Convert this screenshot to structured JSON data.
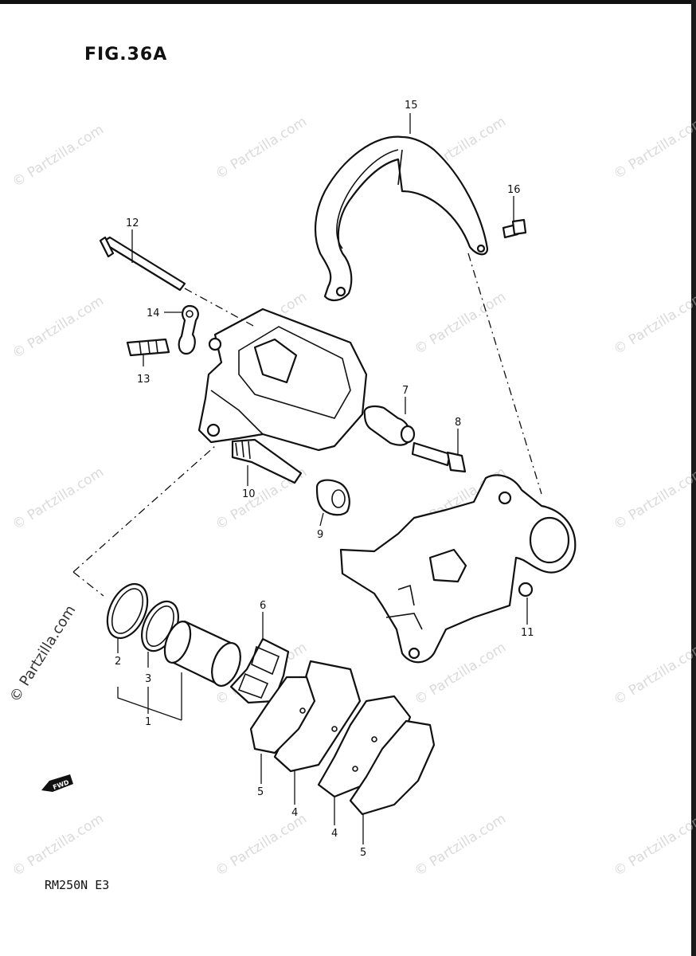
{
  "figure_title": "FIG.36A",
  "model_code": "RM250N  E3",
  "watermark_text": "© Partzilla.com",
  "fwd_label": "FWD",
  "callouts": [
    {
      "id": "c1",
      "label": "1"
    },
    {
      "id": "c2",
      "label": "2"
    },
    {
      "id": "c3",
      "label": "3"
    },
    {
      "id": "c4a",
      "label": "4"
    },
    {
      "id": "c4b",
      "label": "4"
    },
    {
      "id": "c5a",
      "label": "5"
    },
    {
      "id": "c5b",
      "label": "5"
    },
    {
      "id": "c6",
      "label": "6"
    },
    {
      "id": "c7",
      "label": "7"
    },
    {
      "id": "c8",
      "label": "8"
    },
    {
      "id": "c9",
      "label": "9"
    },
    {
      "id": "c10",
      "label": "10"
    },
    {
      "id": "c11",
      "label": "11"
    },
    {
      "id": "c12",
      "label": "12"
    },
    {
      "id": "c13",
      "label": "13"
    },
    {
      "id": "c14",
      "label": "14"
    },
    {
      "id": "c15",
      "label": "15"
    },
    {
      "id": "c16",
      "label": "16"
    }
  ]
}
